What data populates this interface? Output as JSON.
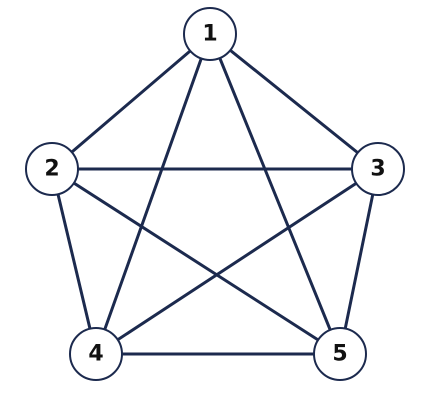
{
  "graph": {
    "nodes": [
      {
        "id": "n1",
        "label": "1"
      },
      {
        "id": "n2",
        "label": "2"
      },
      {
        "id": "n3",
        "label": "3"
      },
      {
        "id": "n4",
        "label": "4"
      },
      {
        "id": "n5",
        "label": "5"
      }
    ],
    "edges": [
      [
        "n1",
        "n2"
      ],
      [
        "n1",
        "n3"
      ],
      [
        "n1",
        "n4"
      ],
      [
        "n1",
        "n5"
      ],
      [
        "n2",
        "n3"
      ],
      [
        "n2",
        "n4"
      ],
      [
        "n2",
        "n5"
      ],
      [
        "n3",
        "n4"
      ],
      [
        "n3",
        "n5"
      ],
      [
        "n4",
        "n5"
      ]
    ],
    "colors": {
      "stroke": "#1c2a4e",
      "fill": "#ffffff",
      "text": "#111111"
    }
  }
}
